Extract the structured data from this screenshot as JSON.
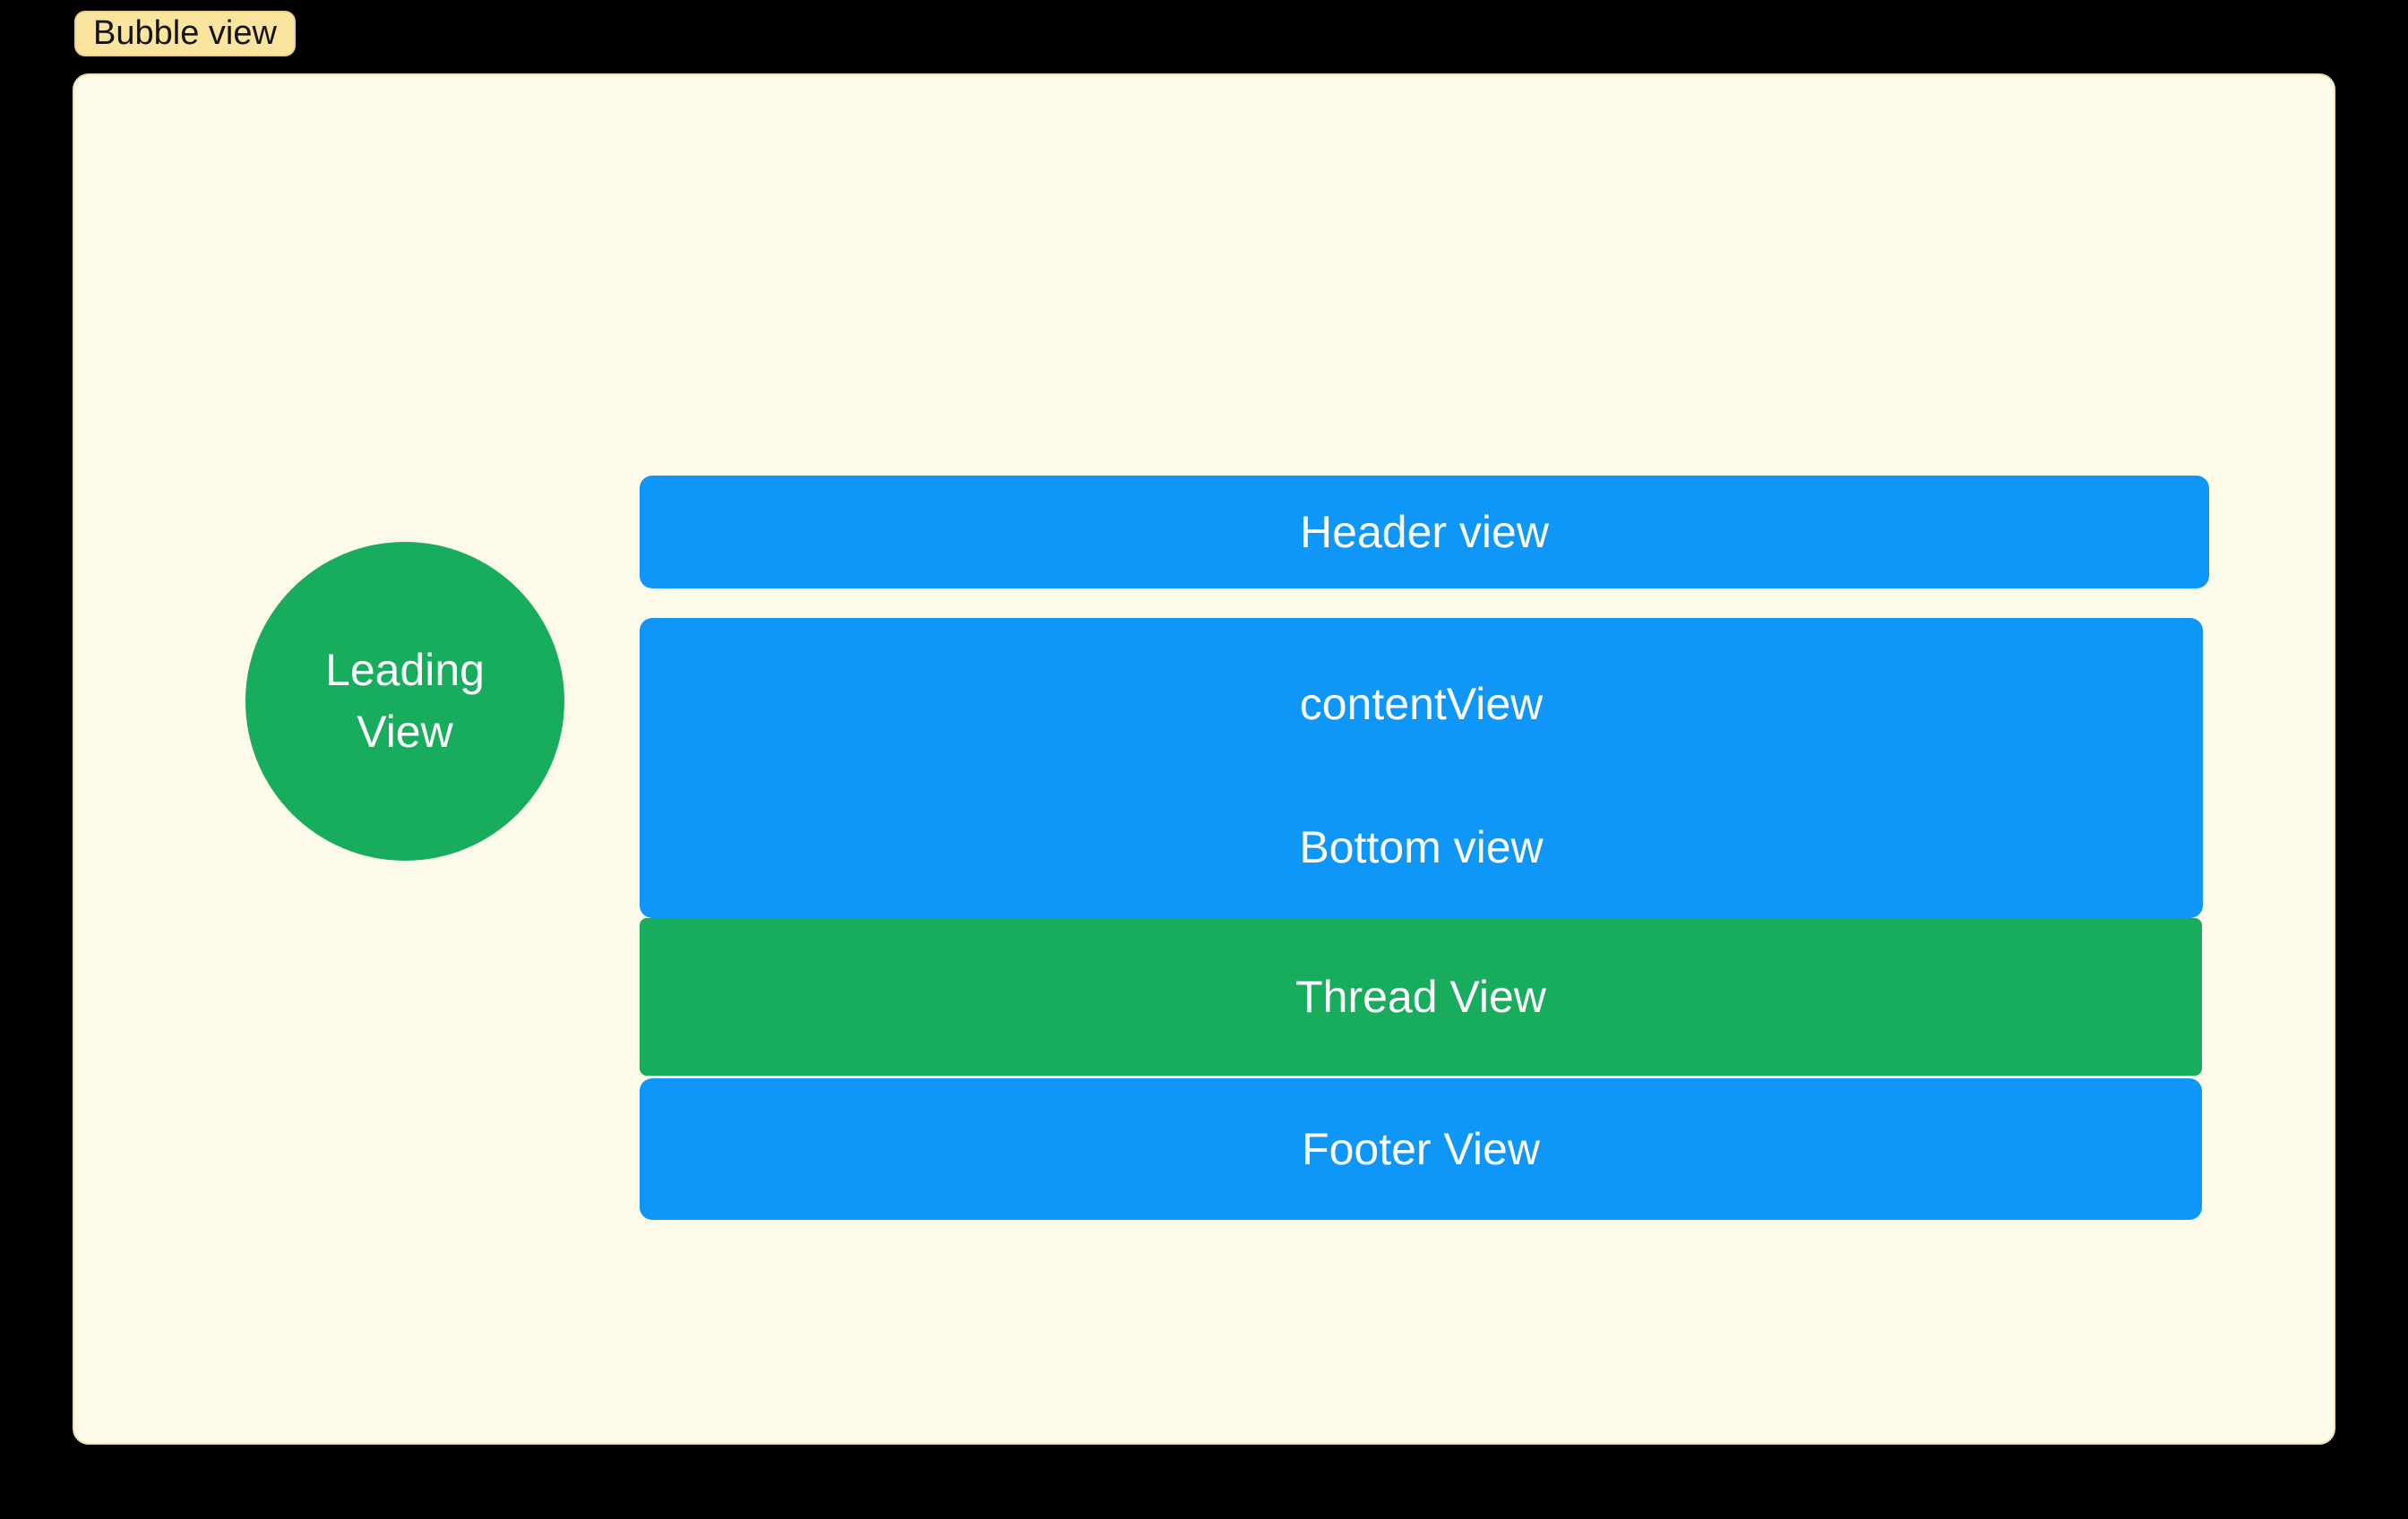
{
  "canvas": {
    "background_color": "#000000"
  },
  "bubble_chip": {
    "label": "Bubble view",
    "fill_color": "#FAE49E",
    "border_color": "#E9D28F",
    "text_color": "#141414"
  },
  "bubble_view": {
    "fill_color": "#FFFBEB",
    "border_color": "#F5E2A4"
  },
  "leading_view": {
    "label": "Leading View",
    "line1": "Leading",
    "line2": "View",
    "fill_color": "#17AD5C",
    "text_color": "#FFFFFF"
  },
  "subviews": {
    "header": {
      "label": "Header view",
      "fill_color": "#0E96F8",
      "text_color": "#FFFFFF"
    },
    "content": {
      "label": "contentView",
      "fill_color": "#0E96F8",
      "text_color": "#FFFFFF"
    },
    "bottom": {
      "label": "Bottom view",
      "fill_color": "#0E96F8",
      "text_color": "#FFFFFF"
    },
    "thread": {
      "label": "Thread View",
      "fill_color": "#17AD5C",
      "text_color": "#FFFFFF"
    },
    "footer": {
      "label": "Footer View",
      "fill_color": "#0E96F8",
      "text_color": "#FFFFFF"
    }
  }
}
